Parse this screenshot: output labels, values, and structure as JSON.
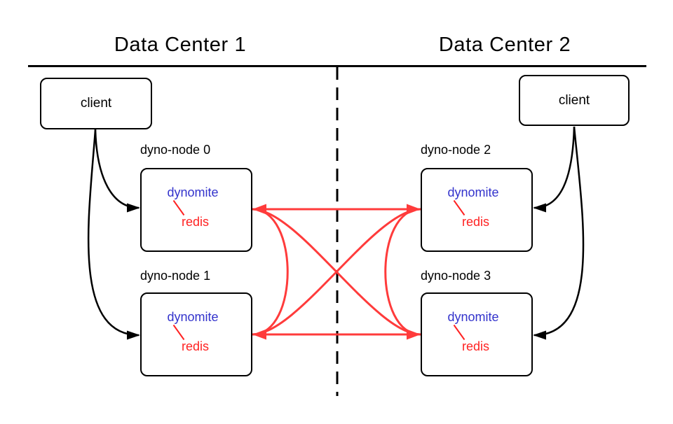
{
  "colors": {
    "line_black": "#000000",
    "mesh_red": "#ff3b3b",
    "dynomite_blue": "#3333cc",
    "redis_red": "#ff2222"
  },
  "left": {
    "title": "Data Center 1",
    "client_label": "client",
    "nodes": [
      {
        "label": "dyno-node 0",
        "proxy": "dynomite",
        "store": "redis"
      },
      {
        "label": "dyno-node 1",
        "proxy": "dynomite",
        "store": "redis"
      }
    ]
  },
  "right": {
    "title": "Data Center 2",
    "client_label": "client",
    "nodes": [
      {
        "label": "dyno-node 2",
        "proxy": "dynomite",
        "store": "redis"
      },
      {
        "label": "dyno-node 3",
        "proxy": "dynomite",
        "store": "redis"
      }
    ]
  }
}
